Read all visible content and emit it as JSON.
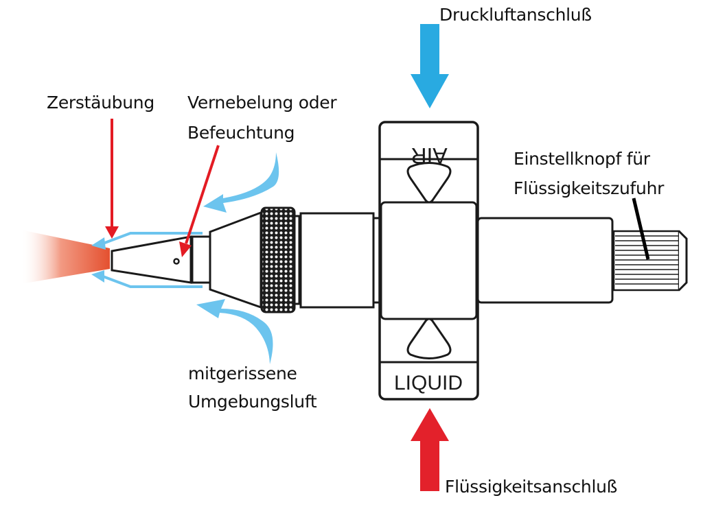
{
  "title": "Zweistoffdüse – Funktionsprinzip",
  "labels": {
    "atomization": "Zerstäubung",
    "misting_line1": "Vernebelung oder",
    "misting_line2": "Befeuchtung",
    "entrained_line1": "mitgerissene",
    "entrained_line2": "Umgebungsluft",
    "air_connection": "Druckluftanschluß",
    "liquid_connection": "Flüssigkeitsanschluß",
    "knob_line1": "Einstellknopf für",
    "knob_line2": "Flüssigkeitszufuhr"
  },
  "body_markings": {
    "air": "AIR",
    "liquid": "LIQUID"
  },
  "colors": {
    "air_arrow": "#29aae1",
    "air_flow": "#6cc4ee",
    "liquid_arrow": "#e3212b",
    "pointer_red": "#e31b23",
    "spray": "#e8553a",
    "outline": "#1a1a1a"
  }
}
